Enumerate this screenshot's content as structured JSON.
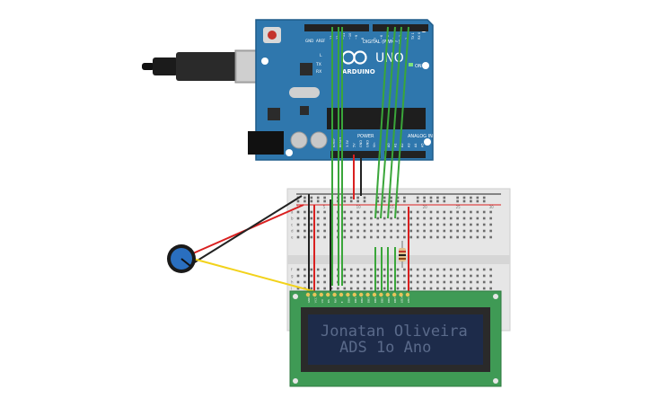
{
  "arduino": {
    "brand": "ARDUINO",
    "model": "UNO",
    "digital_label": "DIGITAL (PWM~)",
    "analog_label": "ANALOG IN",
    "power_label": "POWER",
    "on_label": "ON",
    "tx_label": "TX",
    "rx_label": "RX",
    "l_label": "L",
    "aref_label": "AREF",
    "gnd_label": "GND",
    "power_pins": [
      "IOREF",
      "RESET",
      "3.3V",
      "5V",
      "GND",
      "GND",
      "Vin"
    ],
    "analog_pins": [
      "A0",
      "A1",
      "A2",
      "A3",
      "A4",
      "A5"
    ],
    "digital_pins": [
      "13",
      "12",
      "~11",
      "~10",
      "~9",
      "8",
      "7",
      "~6",
      "~5",
      "4",
      "~3",
      "2",
      "TX 1",
      "RX 0"
    ]
  },
  "breadboard": {
    "columns_top": [
      "1",
      "",
      "",
      "",
      "5",
      "",
      "",
      "",
      "",
      "10",
      "",
      "",
      "",
      "",
      "15",
      "",
      "",
      "",
      "",
      "20",
      "",
      "",
      "",
      "",
      "25",
      "",
      "",
      "",
      "",
      "30"
    ],
    "row_letters_top": [
      "a",
      "b",
      "c",
      "d",
      "e"
    ],
    "row_letters_bottom": [
      "f",
      "g",
      "h",
      "i",
      "j"
    ]
  },
  "lcd": {
    "pin_labels": [
      "GND",
      "VCC",
      "V0",
      "RS",
      "RW",
      "E",
      "DB0",
      "DB1",
      "DB2",
      "DB3",
      "DB4",
      "DB5",
      "DB6",
      "DB7",
      "LED+",
      "LED-"
    ],
    "line1": "Jonatan Oliveira",
    "line2": "ADS 1o Ano"
  },
  "colors": {
    "arduino_board": "#2f77ad",
    "lcd_pcb": "#3f9a55",
    "lcd_screen": "#1d2b4a",
    "lcd_text": "#5a6a8a",
    "wire_green": "#3aa63a",
    "wire_red": "#d92020",
    "wire_black": "#222222",
    "wire_yellow": "#f2d21b",
    "potentiometer": "#2a6fc0"
  }
}
